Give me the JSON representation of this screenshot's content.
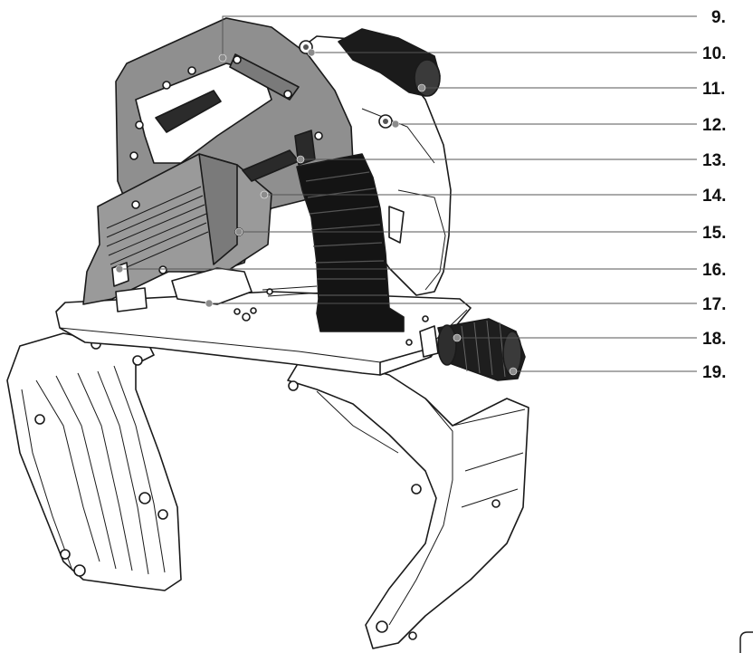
{
  "figure": {
    "callouts": [
      {
        "id": "9",
        "label": "9."
      },
      {
        "id": "10",
        "label": "10."
      },
      {
        "id": "11",
        "label": "11."
      },
      {
        "id": "12",
        "label": "12."
      },
      {
        "id": "13",
        "label": "13."
      },
      {
        "id": "14",
        "label": "14."
      },
      {
        "id": "15",
        "label": "15."
      },
      {
        "id": "16",
        "label": "16."
      },
      {
        "id": "17",
        "label": "17."
      },
      {
        "id": "18",
        "label": "18."
      },
      {
        "id": "19",
        "label": "19."
      }
    ]
  },
  "colors": {
    "housing": "#8f8f8f",
    "housing_dark": "#6f6f6f",
    "bellows": "#141414",
    "frame": "#ffffff",
    "line": "#1a1a1a"
  }
}
